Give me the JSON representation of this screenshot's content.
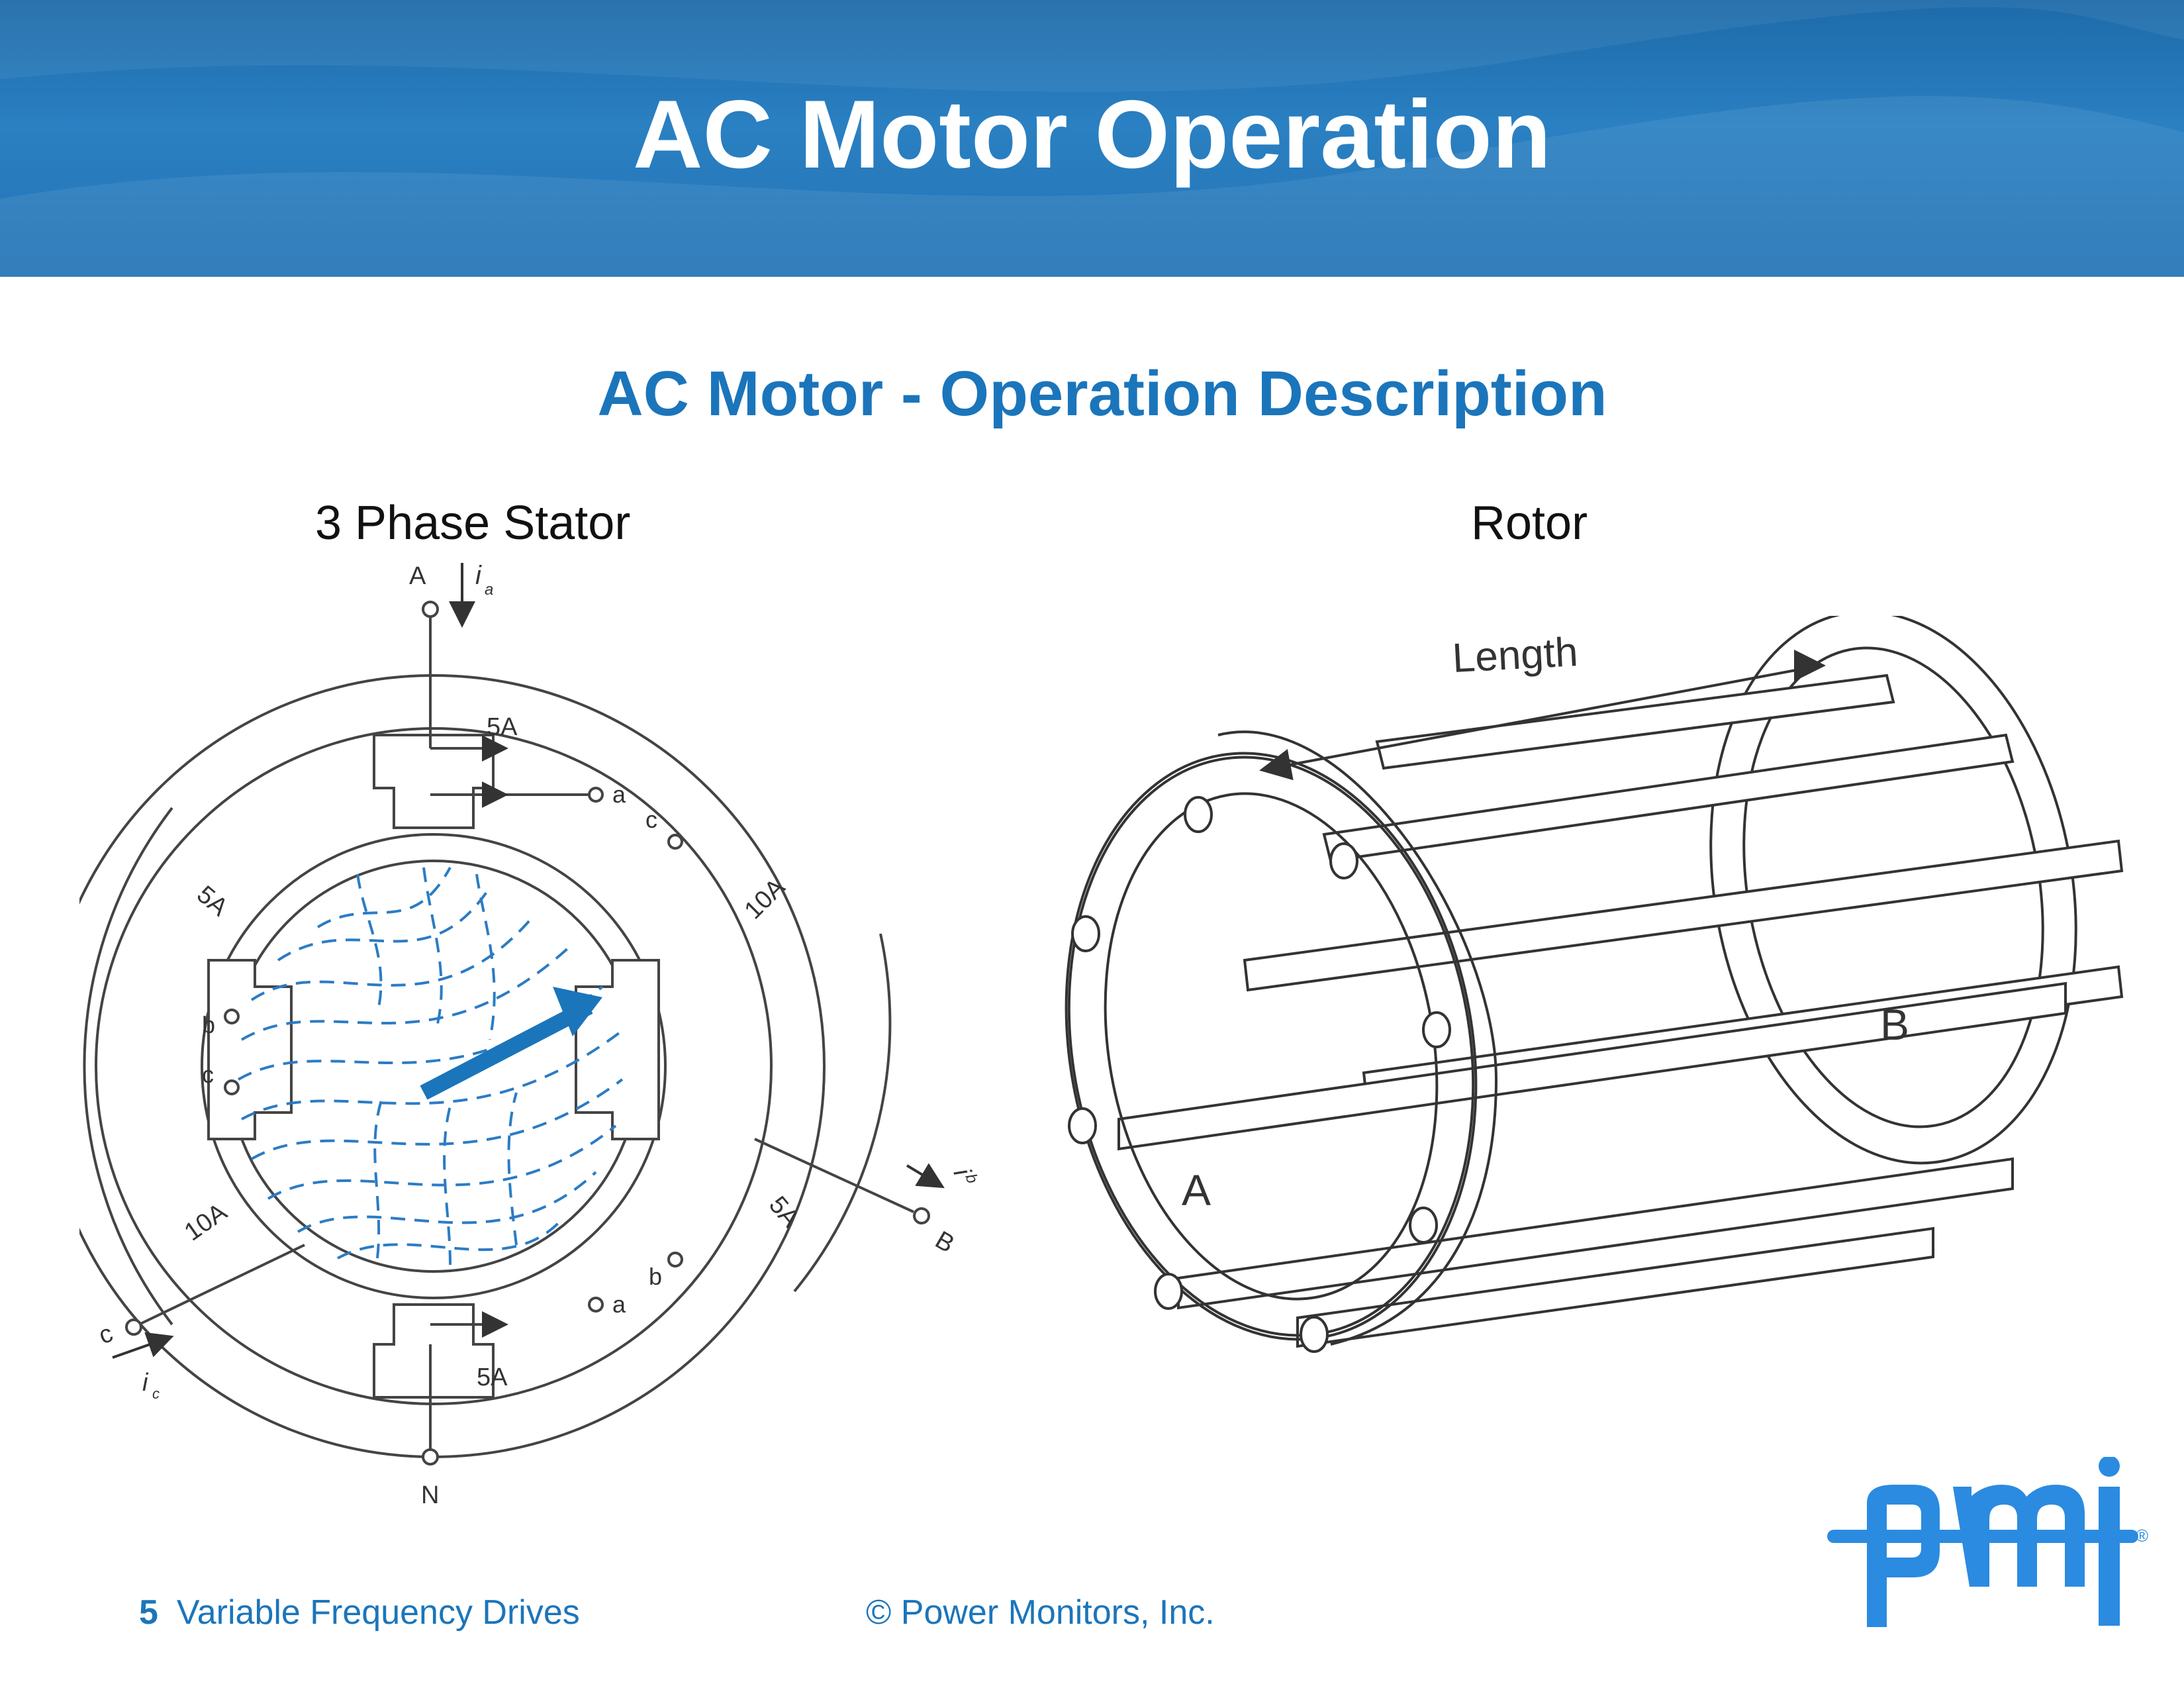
{
  "header": {
    "title": "AC Motor Operation"
  },
  "slide": {
    "subtitle": "AC Motor -  Operation Description",
    "stator_caption": "3 Phase Stator",
    "rotor_caption": "Rotor"
  },
  "stator": {
    "terminals": {
      "A": "A",
      "N": "N",
      "B": "B",
      "C": "c"
    },
    "currents": {
      "ia": "i",
      "ia_sub": "a",
      "ib": "i",
      "ib_sub": "b",
      "ic": "i",
      "ic_sub": "c"
    },
    "coil_labels": {
      "top": "5A",
      "bottom": "5A",
      "upper_left": "5A",
      "upper_right": "10A",
      "lower_left": "10A",
      "lower_right": "5A"
    },
    "pole_labels": {
      "a_top": "a",
      "c_top": "c",
      "b_left": "b",
      "c_left": "c",
      "b_bottom": "b",
      "a_bottom": "a"
    }
  },
  "rotor": {
    "length_label": "Length",
    "end_a": "A",
    "end_b": "B"
  },
  "footer": {
    "page_number": "5",
    "deck_title": "Variable Frequency Drives",
    "copyright": "© Power Monitors, Inc."
  },
  "logo": {
    "text": "pmi",
    "registered": "®"
  },
  "colors": {
    "brand_blue": "#1b75bb",
    "header_blue": "#2474b6",
    "field_blue": "#2b7cc4"
  }
}
